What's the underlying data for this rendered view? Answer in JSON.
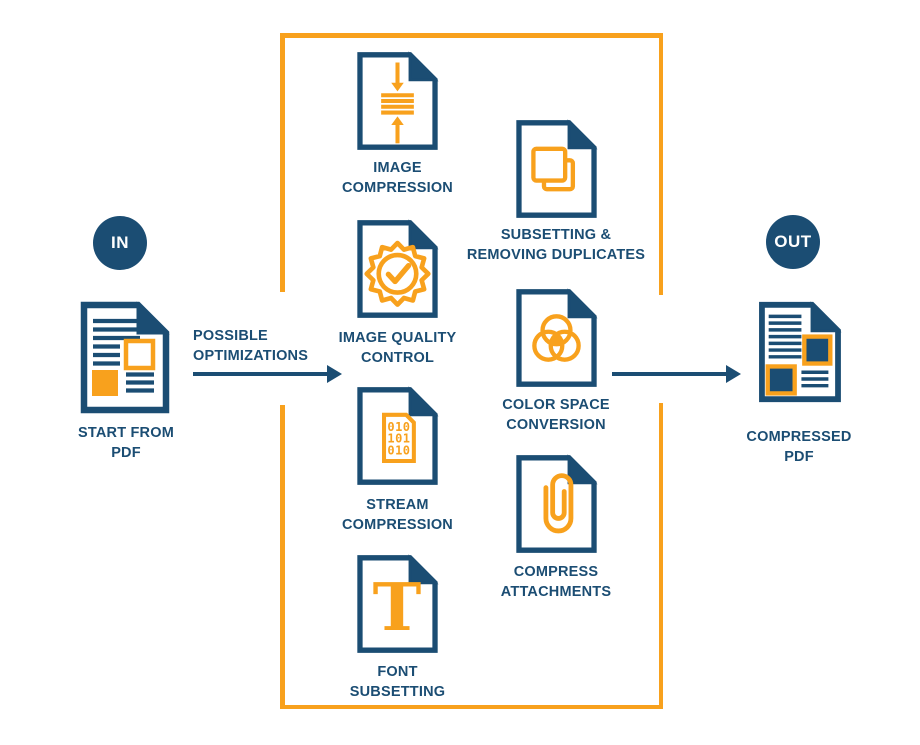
{
  "colors": {
    "brand_blue": "#1B4D73",
    "brand_orange": "#F8A11D",
    "background": "#FFFFFF"
  },
  "input": {
    "badge": "IN",
    "label": [
      "START FROM",
      "PDF"
    ]
  },
  "flow_in": {
    "label": [
      "POSSIBLE",
      "OPTIMIZATIONS"
    ]
  },
  "output": {
    "badge": "OUT",
    "label": [
      "COMPRESSED",
      "PDF"
    ]
  },
  "steps": {
    "column1": [
      {
        "icon": "image-compression-icon",
        "label": [
          "IMAGE",
          "COMPRESSION"
        ]
      },
      {
        "icon": "quality-seal-check-icon",
        "label": [
          "IMAGE QUALITY",
          "CONTROL"
        ]
      },
      {
        "icon": "binary-data-icon",
        "label": [
          "STREAM",
          "COMPRESSION"
        ],
        "binary": [
          "010",
          "101",
          "010"
        ]
      },
      {
        "icon": "letter-t-icon",
        "label": [
          "FONT",
          "SUBSETTING"
        ],
        "glyph": "T"
      }
    ],
    "column2": [
      {
        "icon": "duplicate-pages-icon",
        "label": [
          "SUBSETTING &",
          "REMOVING DUPLICATES"
        ]
      },
      {
        "icon": "color-circles-icon",
        "label": [
          "COLOR SPACE",
          "CONVERSION"
        ]
      },
      {
        "icon": "paperclip-icon",
        "label": [
          "COMPRESS",
          "ATTACHMENTS"
        ]
      }
    ]
  }
}
